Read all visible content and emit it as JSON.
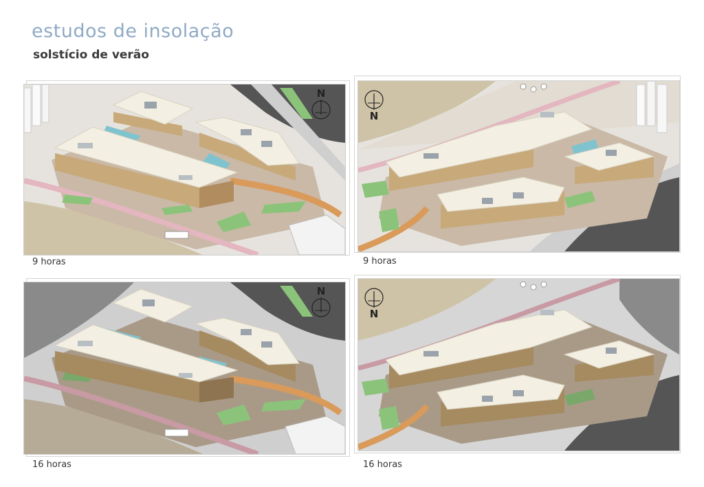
{
  "header": {
    "title": "estudos de insolação",
    "subtitle": "solstício de verão"
  },
  "panels": [
    {
      "caption": "9 horas",
      "north_label": "N"
    },
    {
      "caption": "9 horas",
      "north_label": "N"
    },
    {
      "caption": "16 horas",
      "north_label": "N"
    },
    {
      "caption": "16 horas",
      "north_label": "N"
    }
  ],
  "colors": {
    "roof": "#f3efe2",
    "facade": "#c8a97a",
    "ground": "#c9b9a6",
    "sand": "#cfc3a7",
    "road": "#5d5d5d",
    "grass": "#8cc37a",
    "path": "#d99a5a",
    "pink_path": "#e3b6c0",
    "pool": "#7fc3cf",
    "title": "#8faac4"
  }
}
